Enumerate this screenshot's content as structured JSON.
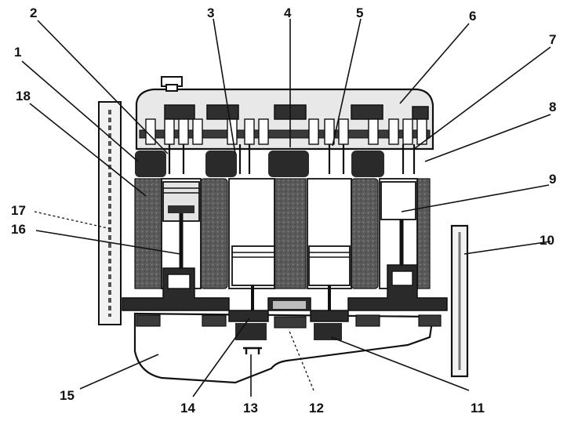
{
  "diagram": {
    "callouts": [
      {
        "id": "1",
        "text": "1"
      },
      {
        "id": "2",
        "text": "2"
      },
      {
        "id": "3",
        "text": "3"
      },
      {
        "id": "4",
        "text": "4"
      },
      {
        "id": "5",
        "text": "5"
      },
      {
        "id": "6",
        "text": "6"
      },
      {
        "id": "7",
        "text": "7"
      },
      {
        "id": "8",
        "text": "8"
      },
      {
        "id": "9",
        "text": "9"
      },
      {
        "id": "10",
        "text": "10"
      },
      {
        "id": "11",
        "text": "11"
      },
      {
        "id": "12",
        "text": "12"
      },
      {
        "id": "13",
        "text": "13"
      },
      {
        "id": "14",
        "text": "14"
      },
      {
        "id": "15",
        "text": "15"
      },
      {
        "id": "16",
        "text": "16"
      },
      {
        "id": "17",
        "text": "17"
      },
      {
        "id": "18",
        "text": "18"
      }
    ],
    "colors": {
      "ink": "#111111",
      "dark_fill": "#2f2f2f",
      "mid_fill": "#6e6e6e",
      "light_fill": "#d9d9d9",
      "paper": "#ffffff"
    }
  }
}
